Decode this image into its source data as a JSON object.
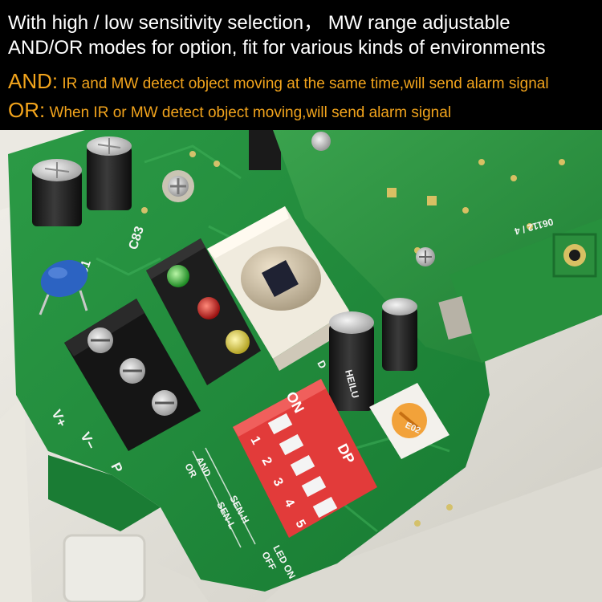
{
  "banner": {
    "line1": "With high / low sensitivity selection， MW range adjustable",
    "line2": "AND/OR modes for option, fit for various kinds of environments",
    "line3": {
      "label": "AND:",
      "text": " IR and MW detect object moving at the same time,will send alarm signal"
    },
    "line4": {
      "label": "OR:",
      "text": " When IR or MW detect object moving,will send alarm signal"
    }
  },
  "board": {
    "silkscreen": {
      "c83": "C83",
      "c81": "C81",
      "vplus": "V+",
      "vminus": "V−",
      "p": "P",
      "and": "AND",
      "or": "OR",
      "sen_h": "SEN-H",
      "sen_l": "SEN-L",
      "led_on": "LED ON",
      "led_off": "OFF",
      "e02": "E02",
      "rf_code": "06112 / 4"
    },
    "dip_switch": {
      "on_label": "ON",
      "dp_label": "DP",
      "positions": [
        "1",
        "2",
        "3",
        "4",
        "5"
      ]
    },
    "capacitor_text": "HEILU",
    "colors": {
      "board": "#1f8a3a",
      "housing": "#e4e2da",
      "dip_body": "#e23b3a",
      "terminal": "#222222",
      "banner_accent": "#f2a41c"
    }
  }
}
